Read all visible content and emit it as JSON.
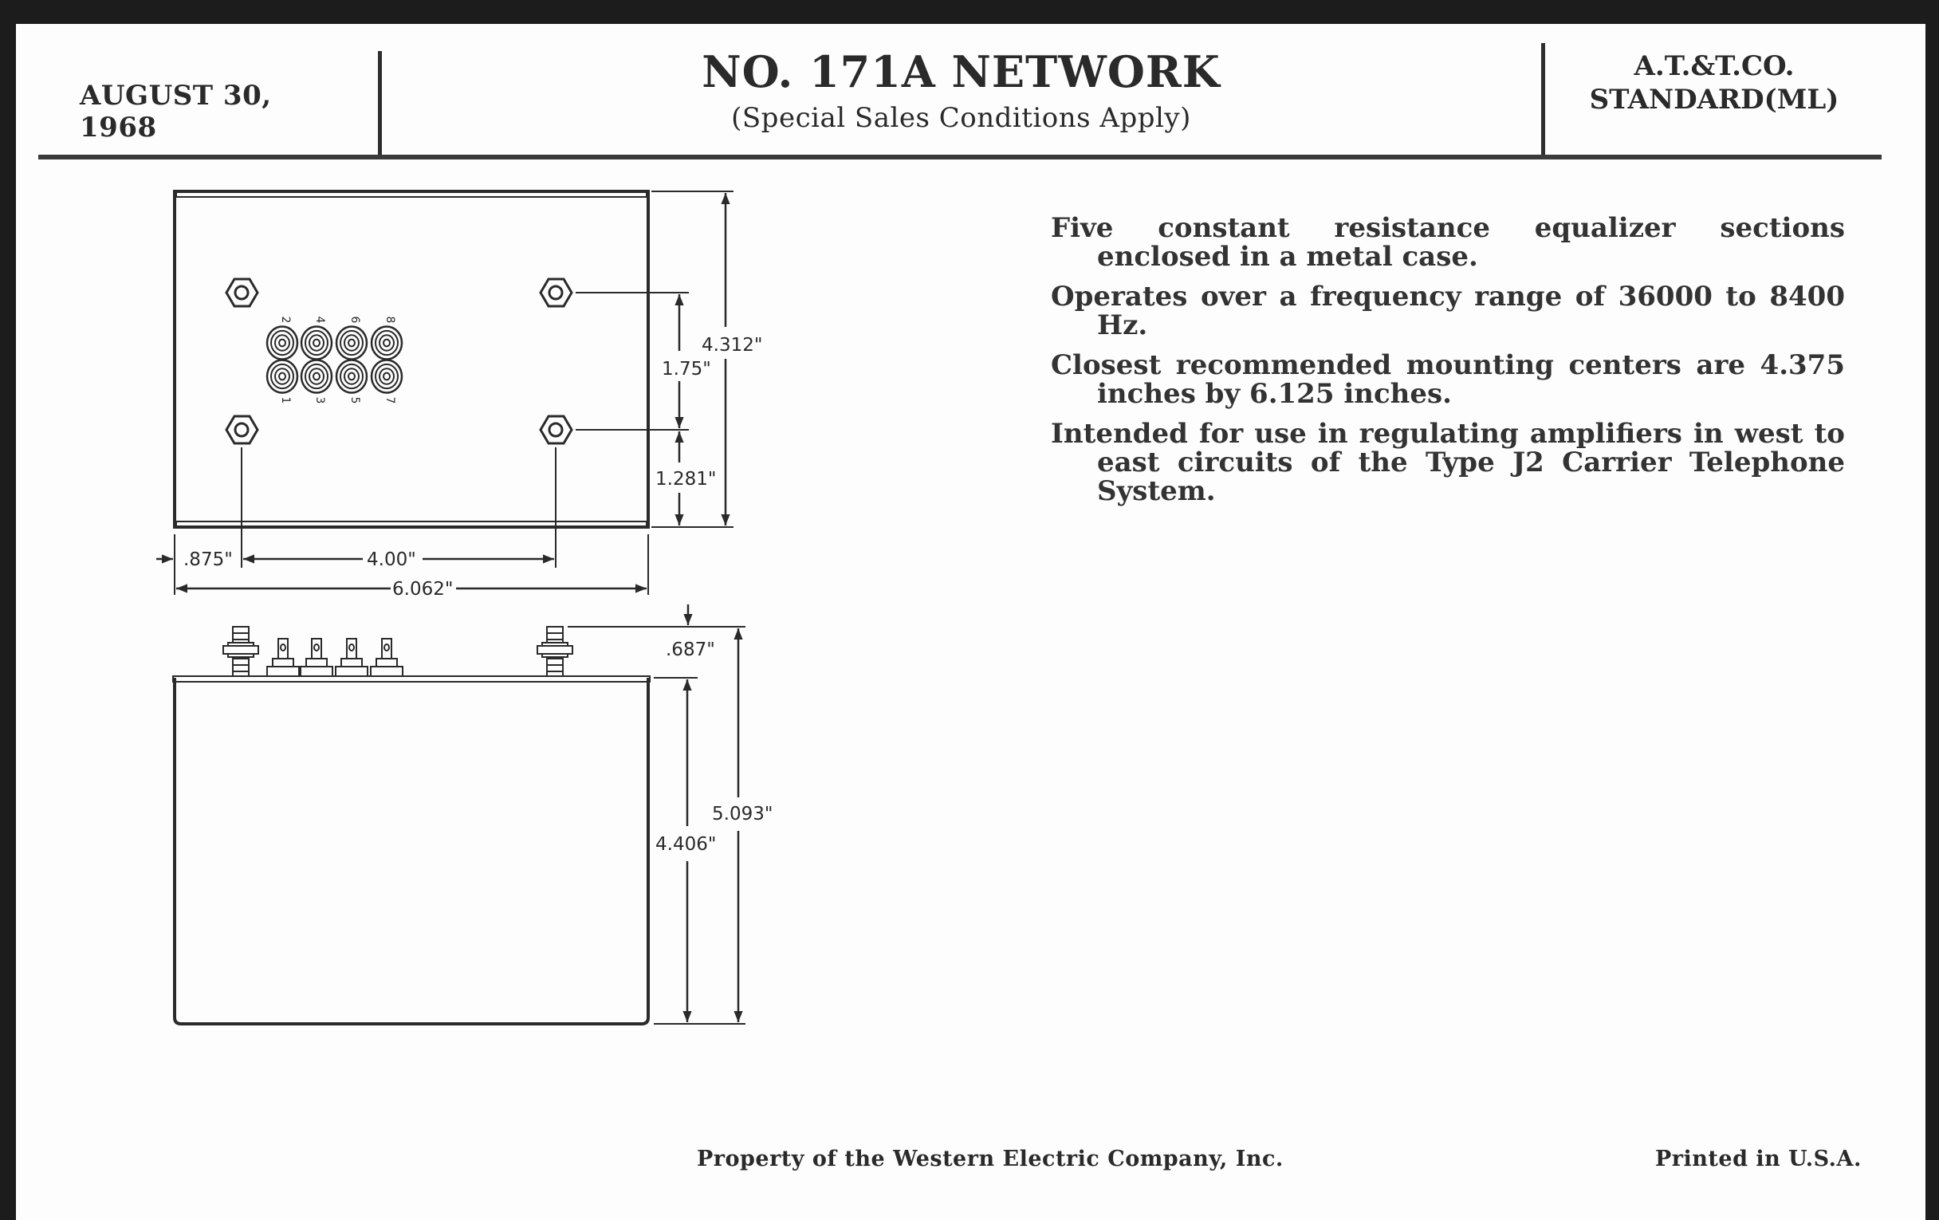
{
  "header": {
    "date": "AUGUST 30, 1968",
    "title": "NO. 171A NETWORK",
    "subtitle": "(Special Sales Conditions Apply)",
    "standard_line1": "A.T.&T.CO.",
    "standard_line2": "STANDARD(ML)"
  },
  "description": [
    "Five constant resistance equalizer sections enclosed in a metal case.",
    "Operates over a frequency range of 36000 to 8400 Hz.",
    "Closest recommended mounting centers are 4.375 inches by 6.125 inches.",
    "Intended for use in regulating amplifiers in west to east circuits of the Type J2 Carrier Telephone System."
  ],
  "top_view": {
    "terminal_labels_top": [
      "2",
      "4",
      "6",
      "8"
    ],
    "terminal_labels_bottom": [
      "1",
      "3",
      "5",
      "7"
    ],
    "dimensions": {
      "overall_height": "4.312\"",
      "mount_spacing_vertical": "1.75\"",
      "bottom_to_mount": "1.281\"",
      "left_to_mount": ".875\"",
      "mount_spacing_horizontal": "4.00\"",
      "overall_width": "6.062\""
    }
  },
  "side_view": {
    "dimensions": {
      "stud_height": ".687\"",
      "case_height": "4.406\"",
      "overall_height": "5.093\""
    }
  },
  "footer": {
    "property": "Property of the Western Electric Company, Inc.",
    "printed": "Printed in U.S.A."
  }
}
